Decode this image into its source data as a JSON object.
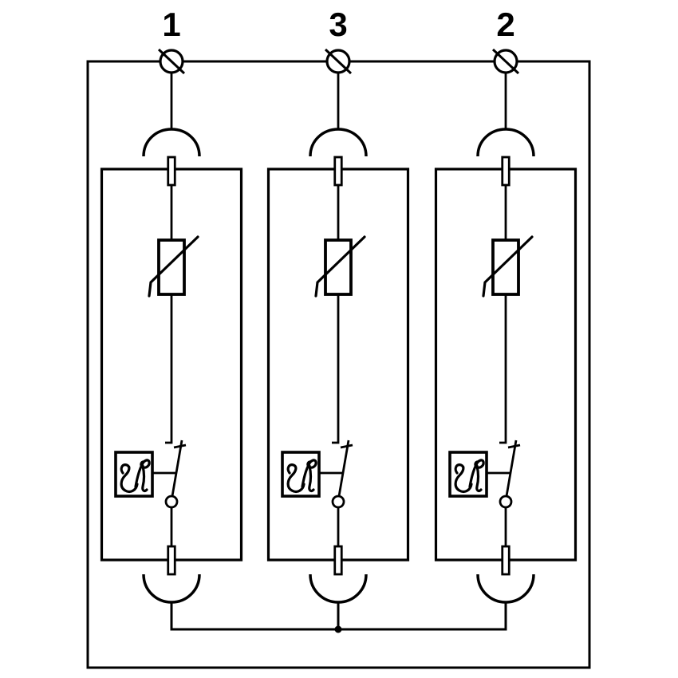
{
  "page": {
    "background_color": "#ffffff",
    "line_color": "#000000"
  },
  "terminals": [
    {
      "label": "1"
    },
    {
      "label": "3"
    },
    {
      "label": "2"
    }
  ],
  "symbols": {
    "terminal": "screw-terminal-icon",
    "plug_contact_top": "plug-contact-arc-icon",
    "plug_contact_bottom": "plug-contact-arc-icon",
    "contact_pin": "contact-pin-icon",
    "varistor": "varistor-icon",
    "thermal_disconnect": "thermal-disconnect-icon",
    "disconnect_switch": "disconnect-switch-icon",
    "junction": "junction-dot-icon"
  }
}
